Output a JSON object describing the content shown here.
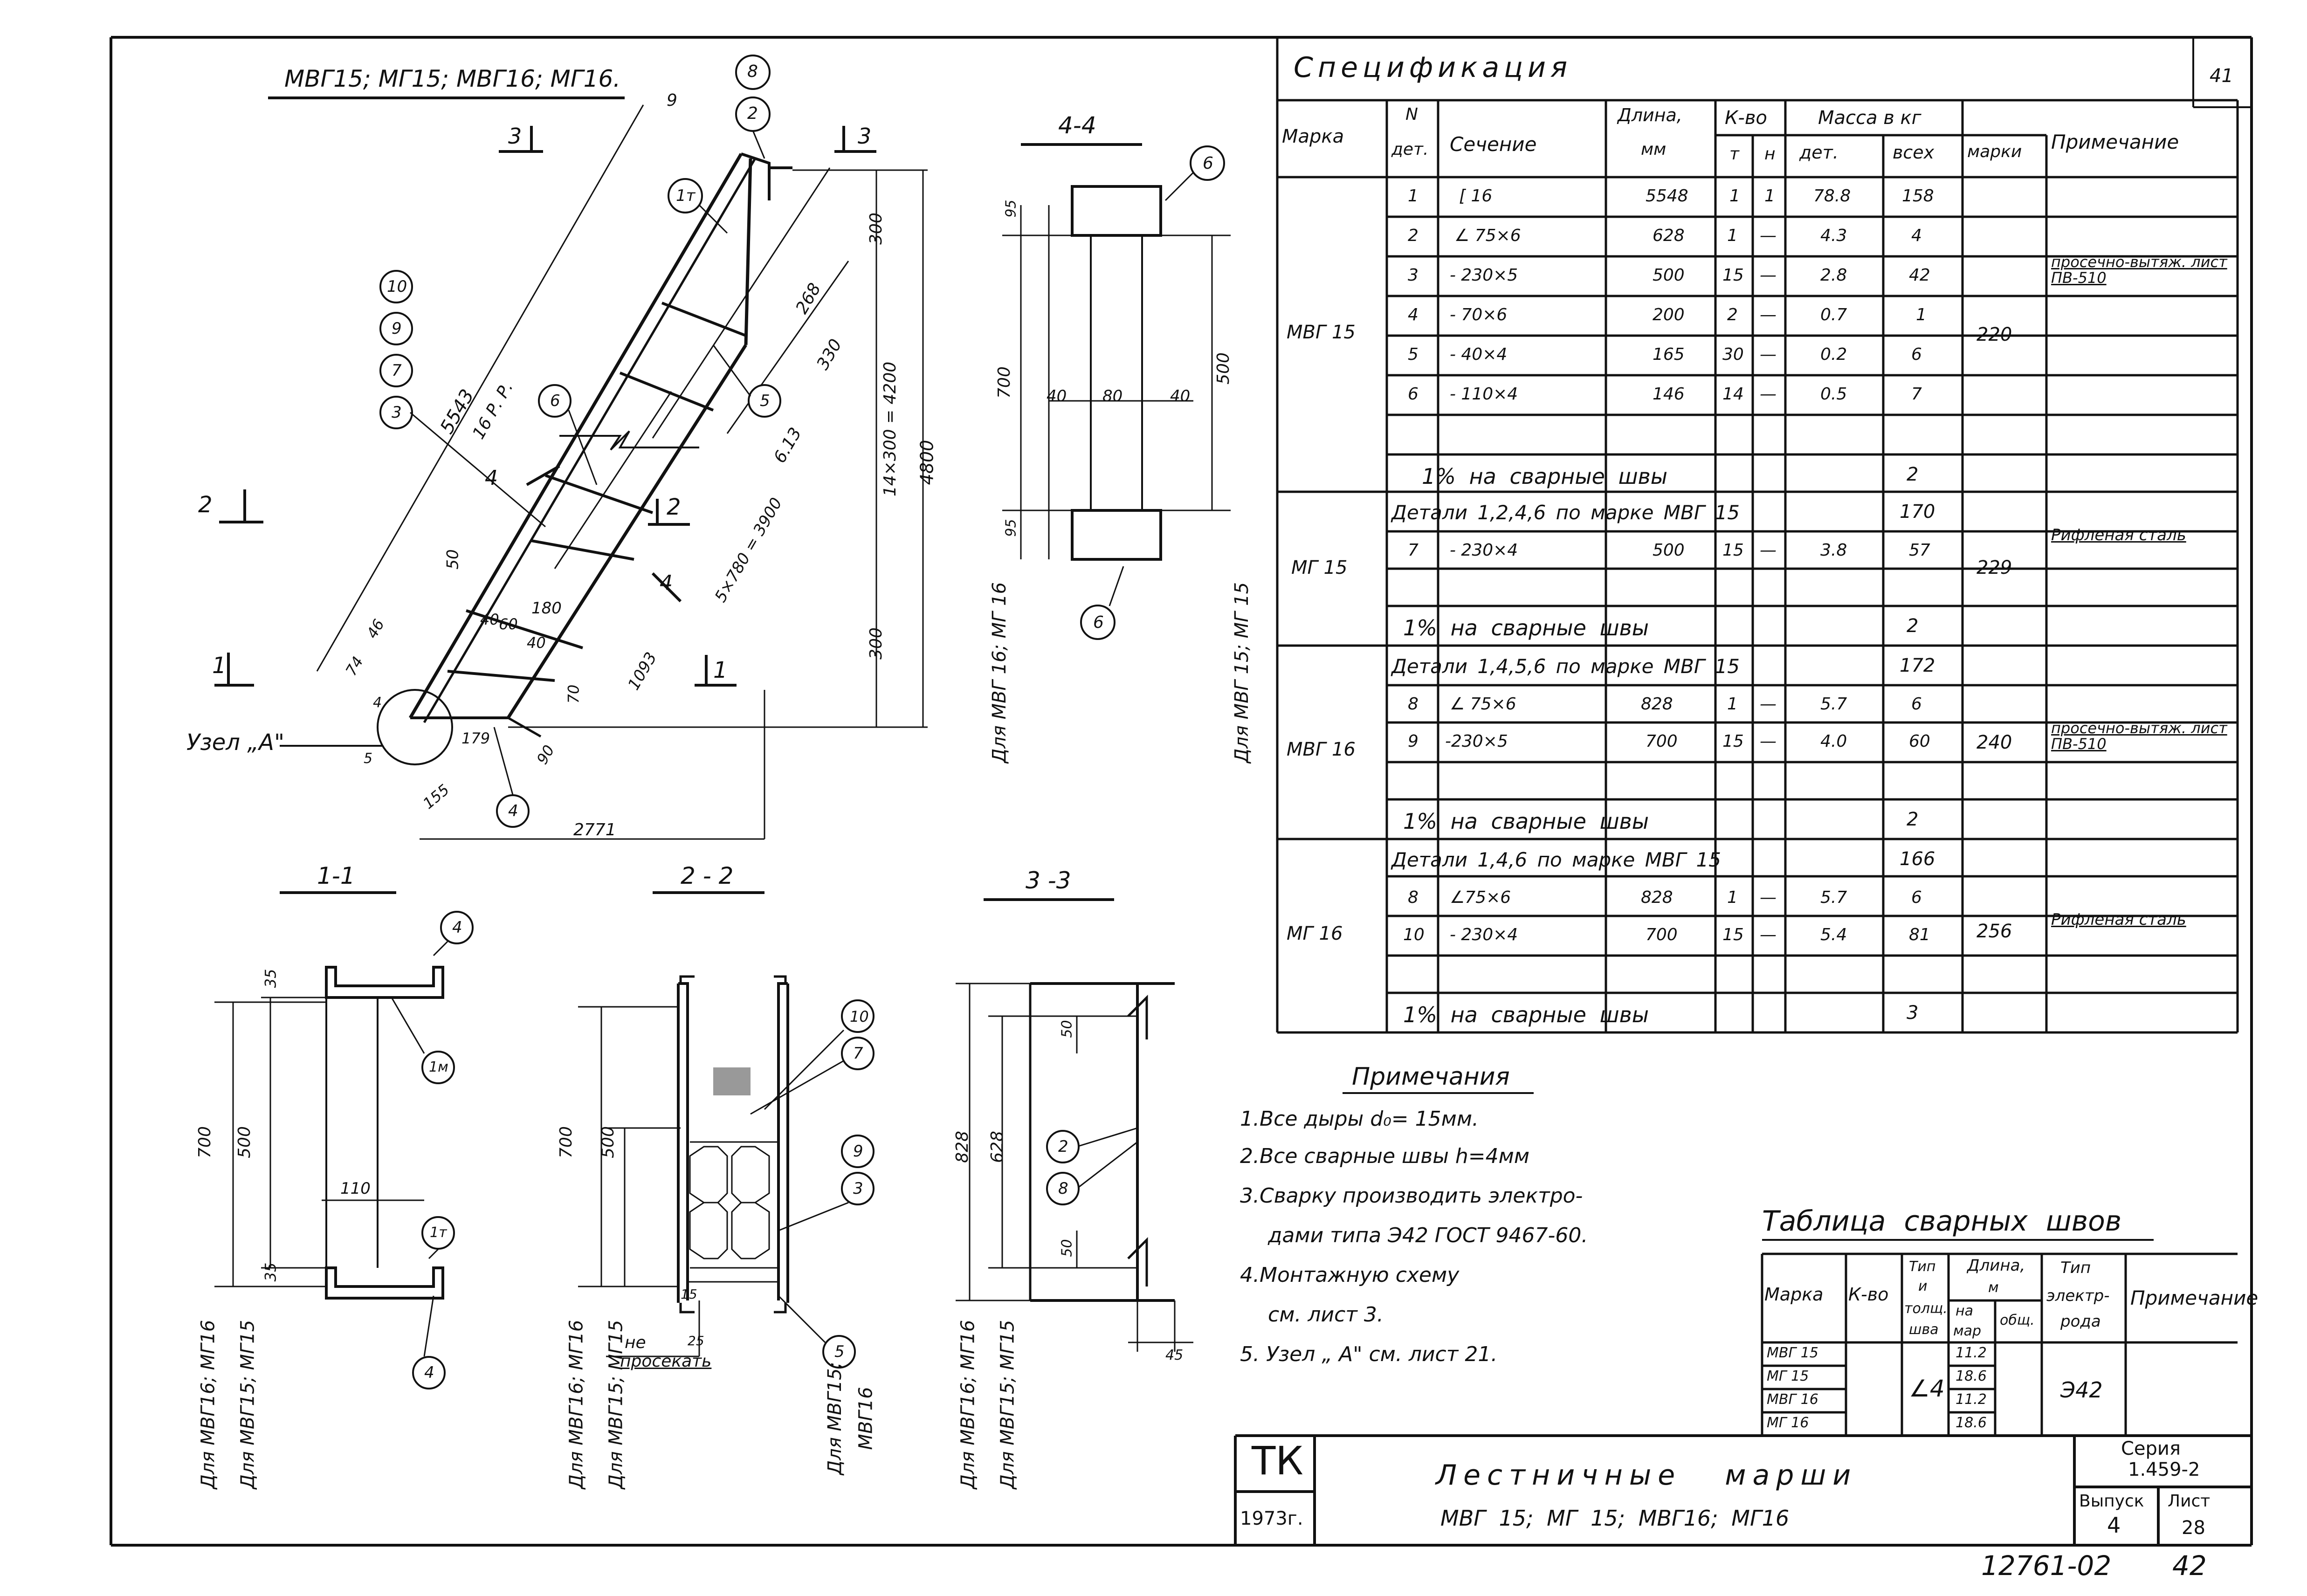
{
  "page_number": "41",
  "views": {
    "main_title": "МВГ15; МГ15; МВГ16; МГ16.",
    "section_4_4": "4-4",
    "section_1_1": "1-1",
    "section_2_2": "2 - 2",
    "section_3_3": "3 -3",
    "node_label": "Узел „А\"",
    "section_marks": [
      "3",
      "3",
      "2",
      "2",
      "1",
      "1",
      "4",
      "4"
    ],
    "callouts_main": [
      "8",
      "2",
      "1т",
      "10",
      "9",
      "7",
      "3",
      "6",
      "5",
      "4"
    ],
    "callouts_44": [
      "6",
      "6"
    ],
    "callouts_11": [
      "4",
      "1м",
      "1т",
      "4"
    ],
    "callouts_22": [
      "10",
      "7",
      "9",
      "3",
      "5"
    ],
    "callouts_33": [
      "2",
      "8"
    ],
    "dims_main": [
      "9",
      "5543",
      "16 Р. Р.",
      "300",
      "268",
      "330",
      "6.13",
      "14×300 = 4200",
      "4800",
      "5×780 = 3900",
      "300",
      "50",
      "180",
      "40",
      "60",
      "40",
      "74",
      "46",
      "4",
      "1093",
      "70",
      "179",
      "90",
      "155",
      "5",
      "2771"
    ],
    "dims_44": [
      "95",
      "700",
      "500",
      "40",
      "80",
      "40",
      "95"
    ],
    "dims_11": [
      "35",
      "700",
      "500",
      "110",
      "35"
    ],
    "dims_22": [
      "700",
      "500",
      "15",
      "25"
    ],
    "dims_22_note": [
      "не",
      "просекать"
    ],
    "dims_33": [
      "50",
      "828",
      "628",
      "50",
      "45"
    ],
    "side_labels": {
      "v44_left": "Для МВГ 16; МГ 16",
      "v44_right": "Для МВГ 15; МГ 15",
      "v11_a": "Для МВГ16; МГ16",
      "v11_b": "Для МВГ15; МГ15",
      "v22_a": "Для МВГ16; МГ16",
      "v22_b": "Для МВГ15; МГ15",
      "v22_c": "Для МВГ15;",
      "v22_d": "МВГ16",
      "v33_a": "Для МВГ16; МГ16",
      "v33_b": "Для МВГ15; МГ15"
    }
  },
  "specification": {
    "title": "Спецификация",
    "headers": {
      "marka": "Марка",
      "n_det": [
        "N",
        "дет."
      ],
      "section": "Сечение",
      "length": [
        "Длина,",
        "мм"
      ],
      "qty": "К-во",
      "qty_t": "т",
      "qty_n": "н",
      "mass": "Масса  в  кг",
      "mass_det": "дет.",
      "mass_all": "всех",
      "mass_marka": "марки",
      "note": "Примечание"
    },
    "groups": [
      {
        "marka": "МВГ 15",
        "mass_marka": "220",
        "rows": [
          {
            "n": "1",
            "section": "[ 16",
            "length": "5548",
            "t": "1",
            "h": "1",
            "det": "78.8",
            "all": "158",
            "note": ""
          },
          {
            "n": "2",
            "section": "∠ 75×6",
            "length": "628",
            "t": "1",
            "h": "—",
            "det": "4.3",
            "all": "4",
            "note": ""
          },
          {
            "n": "3",
            "section": "- 230×5",
            "length": "500",
            "t": "15",
            "h": "—",
            "det": "2.8",
            "all": "42",
            "note": "просечно-вытяж. лист ПВ-510"
          },
          {
            "n": "4",
            "section": "- 70×6",
            "length": "200",
            "t": "2",
            "h": "—",
            "det": "0.7",
            "all": "1",
            "note": ""
          },
          {
            "n": "5",
            "section": "- 40×4",
            "length": "165",
            "t": "30",
            "h": "—",
            "det": "0.2",
            "all": "6",
            "note": ""
          },
          {
            "n": "6",
            "section": "- 110×4",
            "length": "146",
            "t": "14",
            "h": "—",
            "det": "0.5",
            "all": "7",
            "note": ""
          }
        ],
        "weld_text": "1% на сварные швы",
        "weld_value": "2"
      },
      {
        "marka": "МГ 15",
        "mass_marka": "229",
        "details_text": "Детали 1,2,4,6 по марке МВГ 15",
        "details_value": "170",
        "rows": [
          {
            "n": "7",
            "section": "- 230×4",
            "length": "500",
            "t": "15",
            "h": "—",
            "det": "3.8",
            "all": "57",
            "note": "Рифленая сталь"
          }
        ],
        "weld_text": "1% на сварные швы",
        "weld_value": "2"
      },
      {
        "marka": "МВГ 16",
        "mass_marka": "240",
        "details_text": "Детали 1,4,5,6 по марке МВГ 15",
        "details_value": "172",
        "rows": [
          {
            "n": "8",
            "section": "∠ 75×6",
            "length": "828",
            "t": "1",
            "h": "—",
            "det": "5.7",
            "all": "6",
            "note": ""
          },
          {
            "n": "9",
            "section": "-230×5",
            "length": "700",
            "t": "15",
            "h": "—",
            "det": "4.0",
            "all": "60",
            "note": "просечно-вытяж. лист ПВ-510"
          }
        ],
        "weld_text": "1% на сварные швы",
        "weld_value": "2"
      },
      {
        "marka": "МГ 16",
        "mass_marka": "256",
        "details_text": "Детали 1,4,6 по марке МВГ 15",
        "details_value": "166",
        "rows": [
          {
            "n": "8",
            "section": "∠75×6",
            "length": "828",
            "t": "1",
            "h": "—",
            "det": "5.7",
            "all": "6",
            "note": ""
          },
          {
            "n": "10",
            "section": "- 230×4",
            "length": "700",
            "t": "15",
            "h": "—",
            "det": "5.4",
            "all": "81",
            "note": "Рифленая сталь"
          }
        ],
        "weld_text": "1% на сварные швы",
        "weld_value": "3"
      }
    ]
  },
  "notes": {
    "title": "Примечания",
    "items": [
      "1.Все дыры d₀= 15мм.",
      "2.Все сварные швы  h=4мм",
      "3.Сварку производить электро-",
      "дами типа  Э42  ГОСТ 9467-60.",
      "4.Монтажную схему",
      "см. лист 3.",
      "5. Узел „ А\" см. лист 21."
    ]
  },
  "weld_table": {
    "title": "Таблица сварных швов",
    "headers": {
      "marka": "Марка",
      "qty": "К-во",
      "type": [
        "Тип",
        "и",
        "толщ.",
        "шва"
      ],
      "length": [
        "Длина,",
        "м"
      ],
      "length_per": [
        "на",
        "мар"
      ],
      "length_total": "общ.",
      "electrode": [
        "Тип",
        "электр-",
        "рода"
      ],
      "note": "Примечание"
    },
    "rows": [
      {
        "marka": "МВГ 15",
        "length": "11.2"
      },
      {
        "marka": "МГ 15",
        "length": "18.6"
      },
      {
        "marka": "МВГ 16",
        "length": "11.2"
      },
      {
        "marka": "МГ 16",
        "length": "18.6"
      }
    ],
    "weld_type": "4",
    "electrode": "Э42"
  },
  "title_block": {
    "org": "ТК",
    "year": "1973г.",
    "title": "Лестничные  марши",
    "subtitle": "МВГ 15;  МГ 15;  МВГ16;  МГ16",
    "series_label": "Серия",
    "series_value": "1.459-2",
    "issue_label": "Выпуск",
    "issue_value": "4",
    "sheet_label": "Лист",
    "sheet_value": "28"
  },
  "footer": {
    "doc_number": "12761-02",
    "page": "42"
  }
}
